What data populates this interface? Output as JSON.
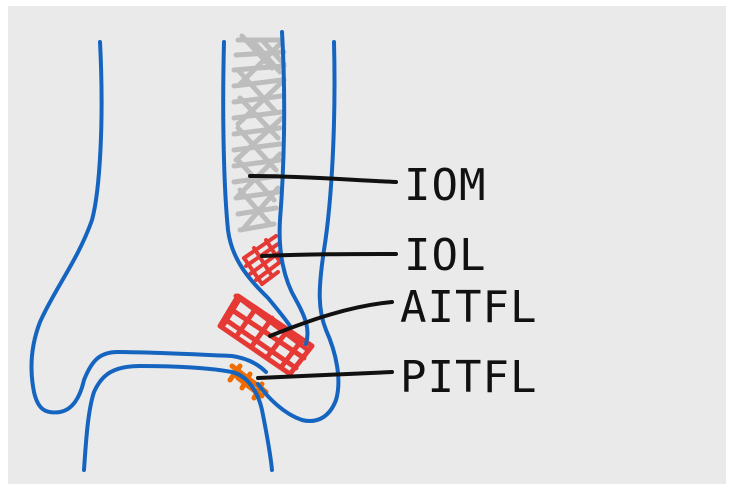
{
  "labels": {
    "iom": "IOM",
    "iol": "IOL",
    "aitfl": "AITFL",
    "pitfl": "PITFL"
  },
  "colors": {
    "background": "#eaeaeb",
    "bone_outline": "#1565c0",
    "iom_hatch": "#bdbdbd",
    "iol_ligament": "#e53935",
    "aitfl_ligament": "#e53935",
    "pitfl_ligament": "#ef6c00",
    "leader_line": "#111111"
  }
}
